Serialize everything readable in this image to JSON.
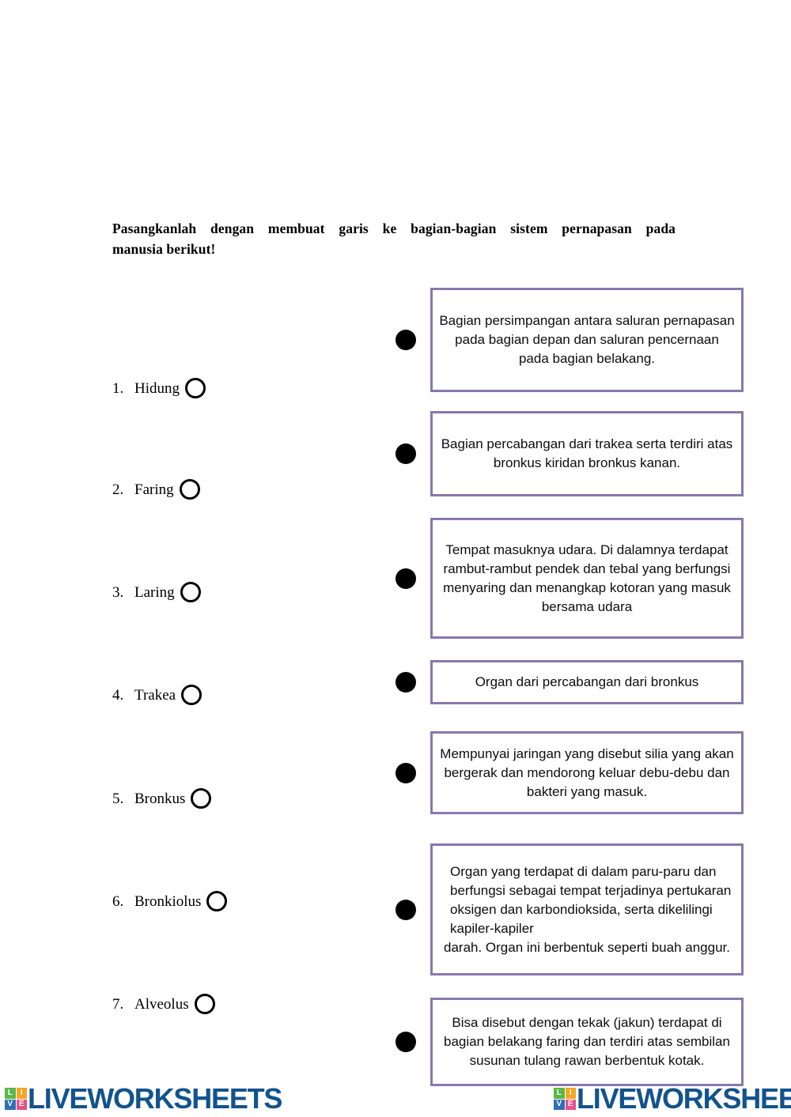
{
  "instruction": {
    "line1": "Pasangkanlah dengan membuat garis ke bagian-bagian sistem pernapasan pada",
    "line2": "manusia berikut!"
  },
  "terms": [
    {
      "num": "1.",
      "label": "Hidung"
    },
    {
      "num": "2.",
      "label": "Faring"
    },
    {
      "num": "3.",
      "label": "Laring"
    },
    {
      "num": "4.",
      "label": "Trakea"
    },
    {
      "num": "5.",
      "label": "Bronkus"
    },
    {
      "num": "6.",
      "label": "Bronkiolus"
    },
    {
      "num": "7.",
      "label": "Alveolus"
    }
  ],
  "descriptions": [
    {
      "text": "Bagian persimpangan antara saluran pernapasan pada bagian depan dan saluran pencernaan pada bagian belakang."
    },
    {
      "text": "Bagian percabangan dari trakea serta terdiri atas bronkus kiridan bronkus kanan."
    },
    {
      "text": "Tempat masuknya udara. Di dalamnya terdapat rambut-rambut pendek dan tebal yang berfungsi menyaring dan menangkap kotoran yang masuk bersama udara"
    },
    {
      "text": "Organ dari percabangan dari bronkus"
    },
    {
      "text": "Mempunyai jaringan yang disebut silia yang akan bergerak dan mendorong keluar debu-debu dan bakteri yang masuk."
    },
    {
      "text_block_left": "Organ yang terdapat di dalam paru-paru dan berfungsi sebagai tempat terjadinya pertukaran oksigen dan karbondioksida, serta dikelilingi kapiler-kapiler",
      "text_block_center": "darah. Organ ini berbentuk seperti buah anggur."
    },
    {
      "text": "Bisa disebut dengan tekak (jakun) terdapat di bagian belakang faring dan terdiri atas sembilan susunan tulang rawan berbentuk kotak."
    }
  ],
  "watermark": {
    "wordmark": "LIVEWORKSHEETS",
    "tiles": [
      {
        "letter": "L",
        "color": "#5bb747"
      },
      {
        "letter": "I",
        "color": "#f5a623"
      },
      {
        "letter": "V",
        "color": "#2f6fb5"
      },
      {
        "letter": "E",
        "color": "#e94f8a"
      }
    ]
  },
  "colors": {
    "box_border": "#8878ad",
    "dot": "#000000",
    "wordmark": "#13538c",
    "page_background": "#ffffff"
  }
}
